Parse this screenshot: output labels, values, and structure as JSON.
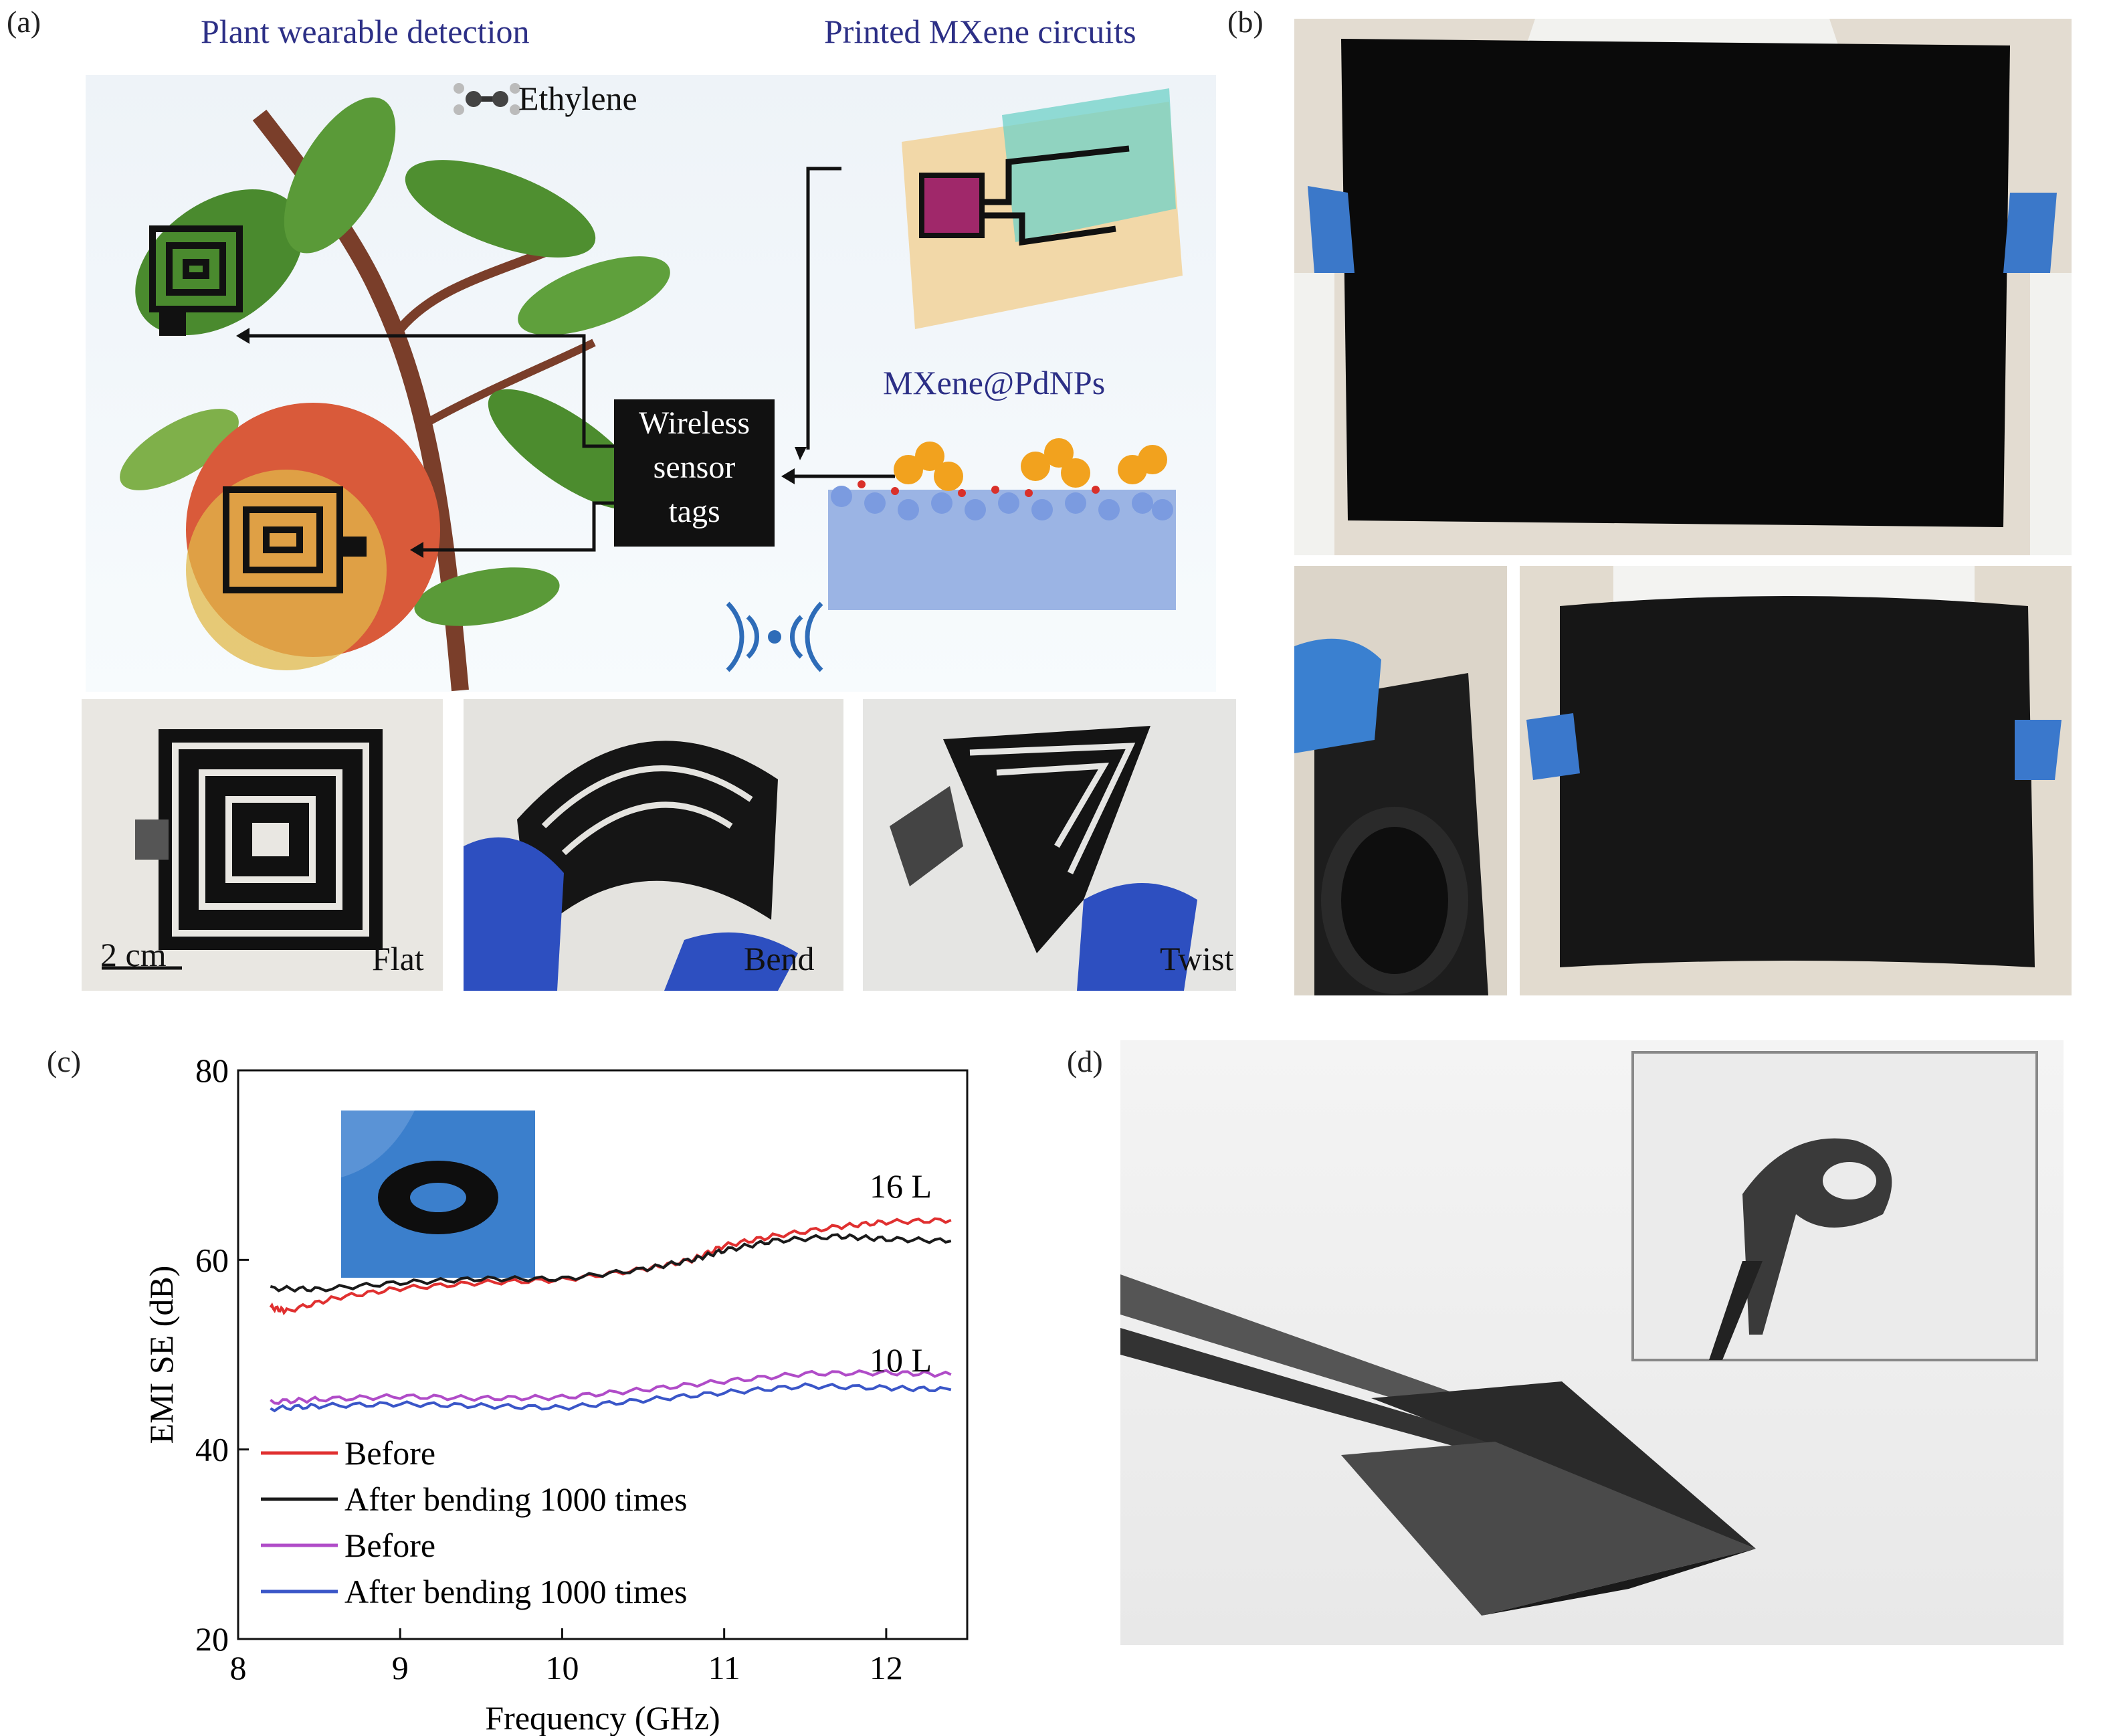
{
  "panels": {
    "a": {
      "label": "(a)",
      "title_left": "Plant wearable detection",
      "title_right": "Printed MXene circuits",
      "ethylene_label": "Ethylene",
      "mxene_label": "MXene@PdNPs",
      "sensor_box": [
        "Wireless",
        "sensor",
        "tags"
      ],
      "photos": [
        {
          "label": "Flat",
          "scale": "2 cm"
        },
        {
          "label": "Bend"
        },
        {
          "label": "Twist"
        }
      ]
    },
    "b": {
      "label": "(b)"
    },
    "c": {
      "label": "(c)"
    },
    "d": {
      "label": "(d)"
    }
  },
  "chart_data": {
    "type": "line",
    "xlabel": "Frequency (GHz)",
    "ylabel": "EMI SE (dB)",
    "xlim": [
      8,
      12.5
    ],
    "ylim": [
      20,
      80
    ],
    "xticks": [
      "8",
      "9",
      "10",
      "11",
      "12"
    ],
    "yticks": [
      "20",
      "40",
      "60",
      "80"
    ],
    "annotations": [
      "16 L",
      "10 L"
    ],
    "legend_placement": "bottom-left",
    "grid": false,
    "series": [
      {
        "name": "Before",
        "color": "#e03030",
        "x": [
          8.2,
          8.3,
          8.6,
          9.0,
          9.5,
          10.0,
          10.5,
          10.8,
          11.0,
          11.3,
          11.7,
          12.0,
          12.4
        ],
        "y": [
          55.0,
          54.6,
          56.0,
          57.0,
          57.6,
          57.9,
          59.0,
          60.0,
          61.5,
          62.5,
          63.5,
          64.0,
          64.2
        ]
      },
      {
        "name": "After bending 1000 times",
        "color": "#1a1a1a",
        "x": [
          8.2,
          8.5,
          9.0,
          9.5,
          10.0,
          10.5,
          10.8,
          11.0,
          11.3,
          11.7,
          12.0,
          12.4
        ],
        "y": [
          57.0,
          56.9,
          57.6,
          58.0,
          58.0,
          59.0,
          60.0,
          61.0,
          62.0,
          62.5,
          62.2,
          62.0
        ]
      },
      {
        "name": "Before",
        "color": "#b04cc8",
        "x": [
          8.2,
          8.5,
          9.0,
          9.5,
          10.0,
          10.5,
          11.0,
          11.5,
          12.0,
          12.4
        ],
        "y": [
          45.0,
          45.3,
          45.6,
          45.4,
          45.5,
          46.3,
          47.2,
          48.0,
          48.1,
          47.9
        ]
      },
      {
        "name": "After bending 1000 times",
        "color": "#3a56c8",
        "x": [
          8.2,
          8.5,
          9.0,
          9.5,
          10.0,
          10.5,
          11.0,
          11.5,
          12.0,
          12.4
        ],
        "y": [
          44.3,
          44.6,
          44.8,
          44.6,
          44.4,
          45.2,
          46.0,
          46.7,
          46.5,
          46.3
        ]
      }
    ]
  },
  "colors": {
    "title_blue": "#2c2f86",
    "photo_bg": "#e7e4dc"
  }
}
